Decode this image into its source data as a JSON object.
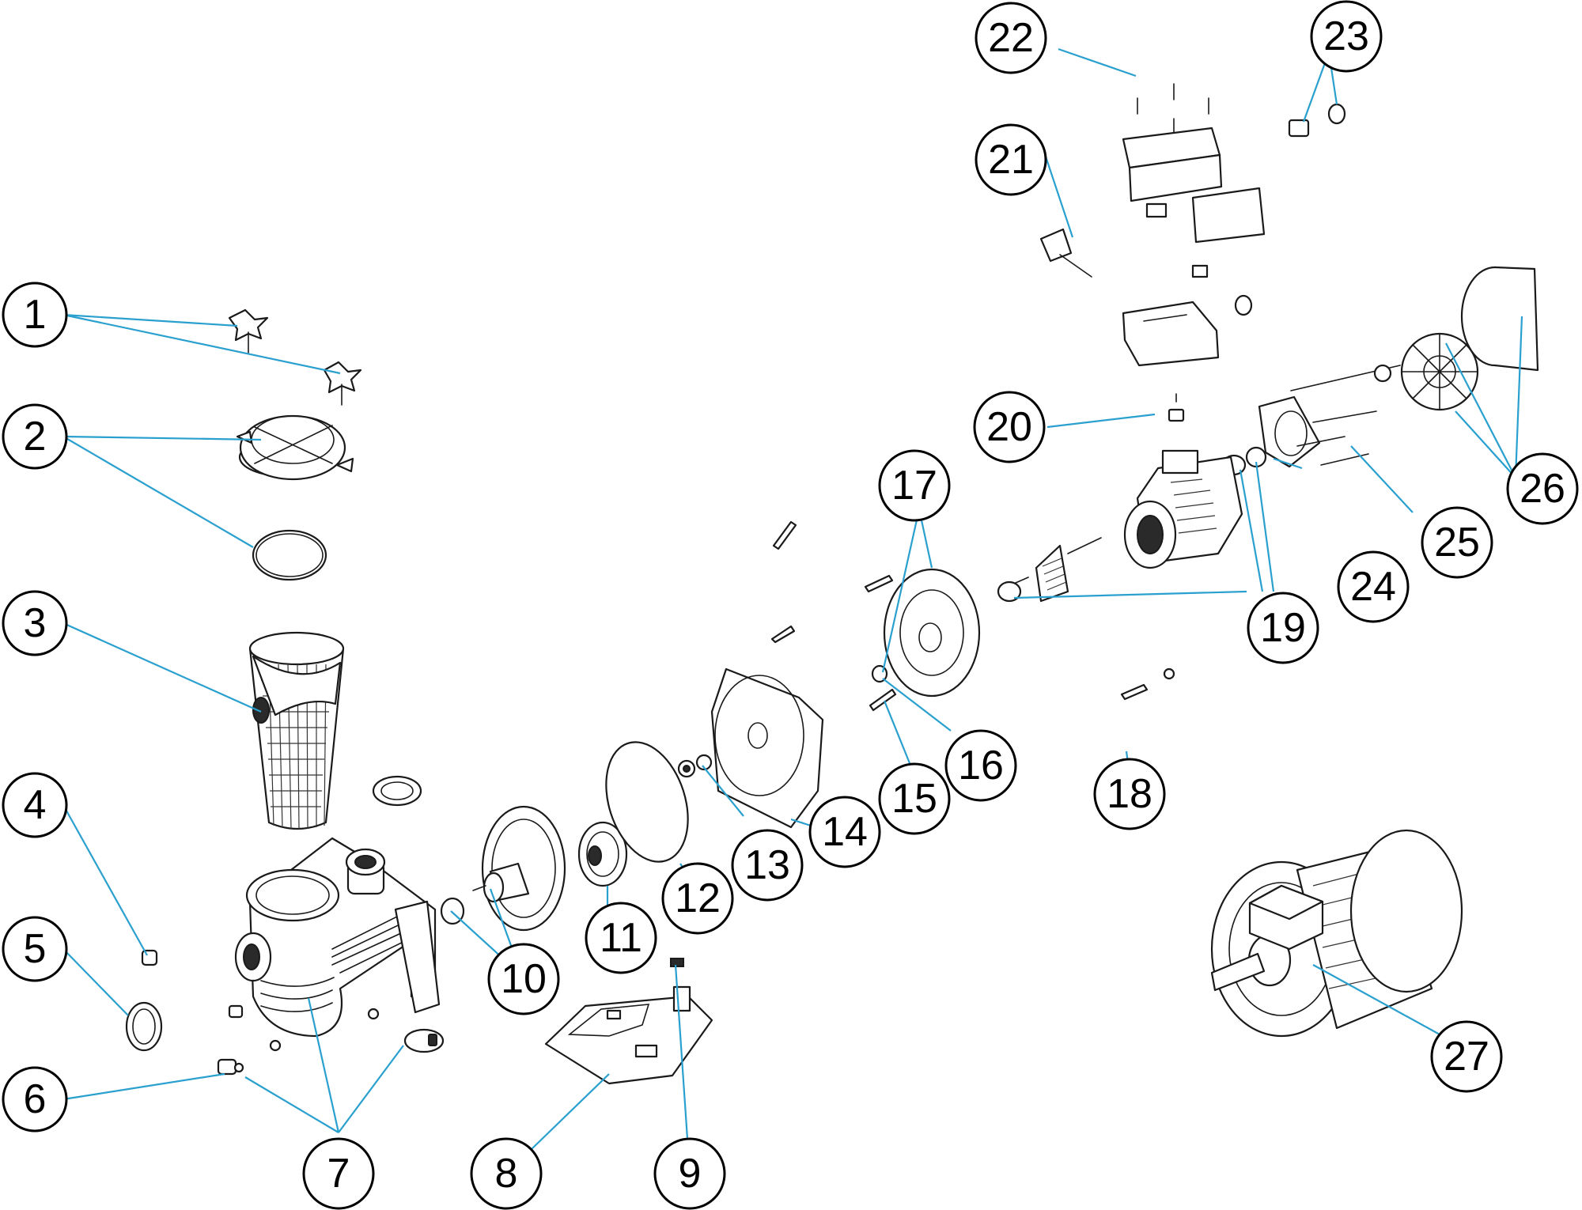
{
  "colors": {
    "leader": "#2aa0cf",
    "outline": "#1a1a1a",
    "background": "#ffffff"
  },
  "callouts": [
    {
      "label": "1"
    },
    {
      "label": "2"
    },
    {
      "label": "3"
    },
    {
      "label": "4"
    },
    {
      "label": "5"
    },
    {
      "label": "6"
    },
    {
      "label": "7"
    },
    {
      "label": "8"
    },
    {
      "label": "9"
    },
    {
      "label": "10"
    },
    {
      "label": "11"
    },
    {
      "label": "12"
    },
    {
      "label": "13"
    },
    {
      "label": "14"
    },
    {
      "label": "15"
    },
    {
      "label": "16"
    },
    {
      "label": "17"
    },
    {
      "label": "18"
    },
    {
      "label": "19"
    },
    {
      "label": "20"
    },
    {
      "label": "21"
    },
    {
      "label": "22"
    },
    {
      "label": "23"
    },
    {
      "label": "24"
    },
    {
      "label": "25"
    },
    {
      "label": "26"
    },
    {
      "label": "27"
    }
  ]
}
